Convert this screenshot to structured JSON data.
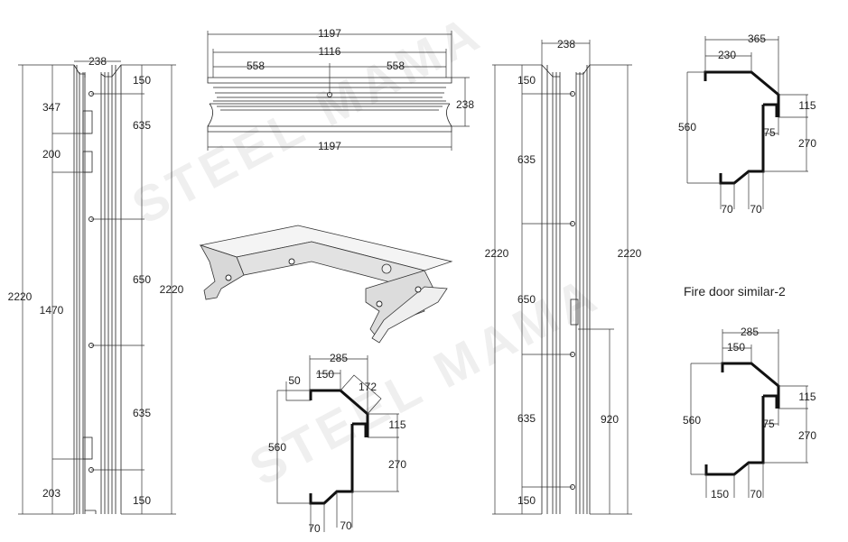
{
  "watermark": "STEEL MAMA",
  "left_jamb": {
    "top_width": "238",
    "overall_left": "2220",
    "overall_right": "2220",
    "left_dims": [
      "347",
      "200",
      "1470",
      "203"
    ],
    "right_dims": [
      "150",
      "635",
      "650",
      "635",
      "150"
    ]
  },
  "header": {
    "top_overall": "1197",
    "inner": "1116",
    "half_left": "558",
    "half_right": "558",
    "height": "238",
    "bottom_overall": "1197"
  },
  "right_jamb": {
    "top_width": "238",
    "overall_left": "2220",
    "overall_right": "2220",
    "left_dims": [
      "150",
      "635",
      "650",
      "635",
      "150"
    ],
    "lock_dim": "920"
  },
  "profile_top_right": {
    "width": "365",
    "flange": "230",
    "height": "560",
    "step": "115",
    "lower": "270",
    "depth": "75",
    "bottom_left": "70",
    "bottom_right": "70"
  },
  "fire_door_label": "Fire door similar-2",
  "profile_bottom_right": {
    "width": "285",
    "flange": "150",
    "height": "560",
    "step": "115",
    "lower": "270",
    "depth": "75",
    "bottom_left": "150",
    "bottom_right": "70"
  },
  "profile_bottom_middle": {
    "width": "285",
    "flange": "150",
    "lip": "50",
    "diagonal": "172",
    "height": "560",
    "step": "115",
    "lower": "270",
    "bottom_left": "70",
    "bottom_right": "70"
  }
}
